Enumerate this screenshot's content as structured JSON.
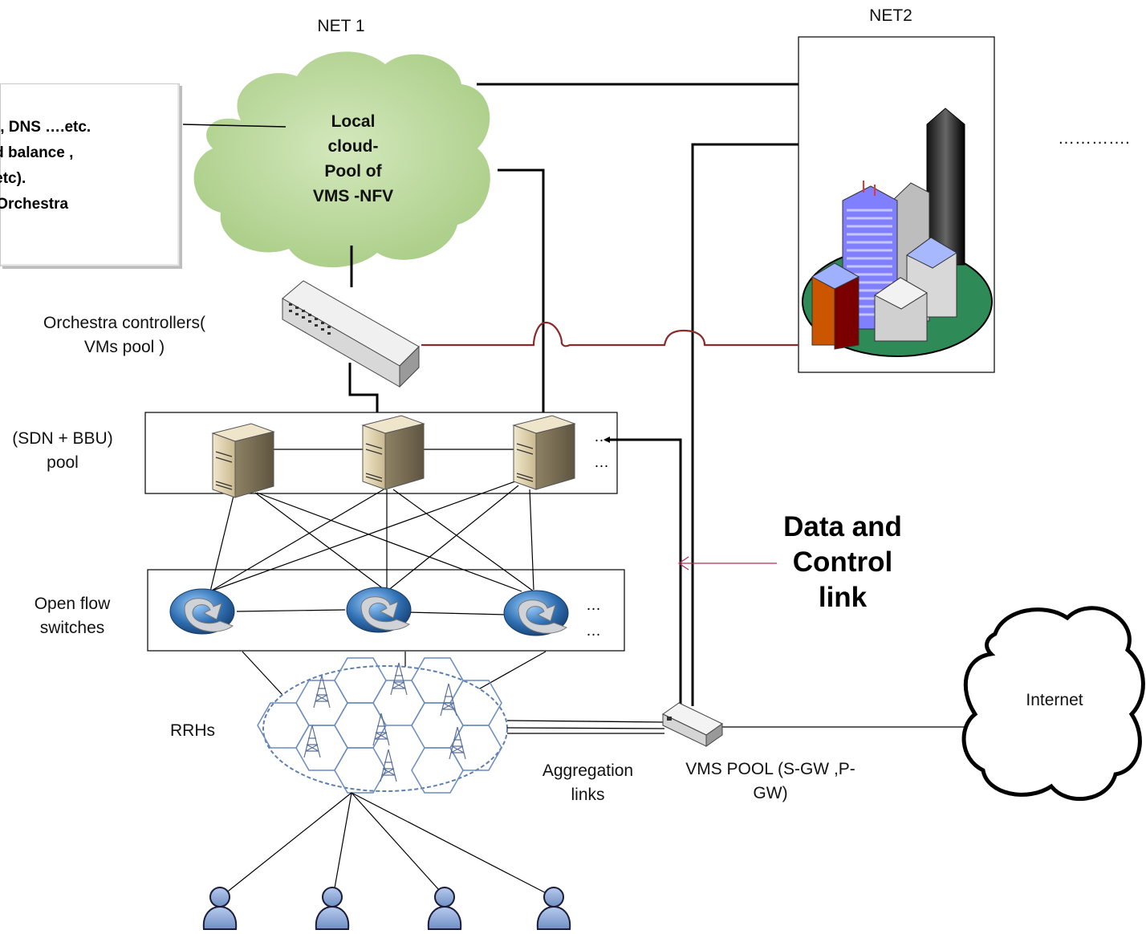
{
  "labels": {
    "net1": "NET 1",
    "net2": "NET2",
    "local_cloud": [
      "Local",
      "cloud-",
      "Pool of",
      "VMS -NFV"
    ],
    "side_box": [
      "TP , DNS ….etc.",
      "oad balance ,",
      "t...etc).",
      "or Orchestra"
    ],
    "orchestra": [
      "Orchestra controllers(",
      "VMs pool )"
    ],
    "sdn_bbu": [
      "(SDN + BBU)",
      "pool"
    ],
    "openflow": [
      "Open flow",
      "switches"
    ],
    "rrhs": "RRHs",
    "aggregation": [
      "Aggregation",
      "links"
    ],
    "vms_pool": [
      "VMS POOL (S-GW ,P-",
      "GW)"
    ],
    "internet": "Internet",
    "data_control": [
      "Data and",
      "Control",
      "link"
    ],
    "ellipsis_right": "………….",
    "ellipsis": "…"
  },
  "colors": {
    "cloud_green": "#b9d79a",
    "red_link": "#8b2a2a",
    "arrow": "#b03050",
    "switch_blue": "#2f6fb2",
    "user_blue": "#8aa7d6",
    "city_ground": "#2e8b57"
  },
  "icons": {
    "server": "server-icon",
    "switch": "openflow-switch-icon",
    "tower": "cell-tower-icon",
    "user": "user-icon",
    "router": "router-icon",
    "city": "city-buildings-icon",
    "cloud": "cloud-icon"
  }
}
